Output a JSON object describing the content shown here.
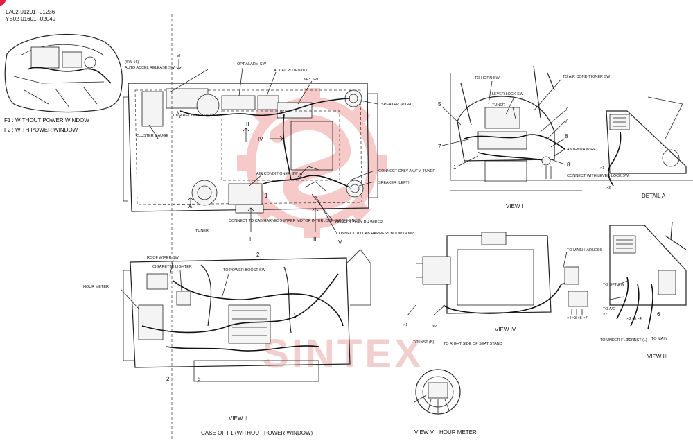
{
  "serials": [
    "LA02-01201--01236",
    "YB02-01601--02049"
  ],
  "legend": {
    "f1": "F1 : WITHOUT POWER WINDOW",
    "f2": "F2 : WITH POWER WINDOW"
  },
  "watermark": {
    "text": "SINTEX",
    "color": "#f2a0a0"
  },
  "top_view": {
    "sw16_code": "(SW-16)",
    "auto_accel": "AUTO ACCEL RELEASE SW",
    "opt_alarm": "OPT ALARM SW",
    "accel_potentio": "ACCEL POTENTIO",
    "key_sw": "KEY SW",
    "speaker_right": "SPEAKER (RIGHT)",
    "speaker_left": "SPEAKER (LEFT)",
    "cigarette": "CIGARETTE LIGHTER",
    "cluster_gauge": "CLUSTER GAUGE",
    "air_cond_sw": "AIR CONDITIONER SW",
    "connect_am": "CONNECT ONLY AM/FM TUNER",
    "connect_rh": "CONNECT ONLY RH WIPER",
    "connect_harness_wiper": "CONNECT TO CAB HARNESS WIPER MOTOR INTERLOCK SW (F2 ONLY)",
    "connect_boom": "CONNECT TO CAB HARNESS BOOM LAMP",
    "tuner": "TUNER",
    "arrow_a": "A",
    "arrow_i": "I",
    "arrow_ii": "II",
    "arrow_iii": "III",
    "arrow_iv": "IV",
    "arrow_v": "V",
    "arrow_vi": "VI",
    "callout_1": "1",
    "callout_2": "2",
    "x2": "×2"
  },
  "view_ii": {
    "roof_wiper": "ROOF WIPER SW",
    "cigarette": "CIGARETTE LIGHTER",
    "power_boost": "TO POWER BOOST SW",
    "hour_meter": "HOUR METER",
    "caption": "VIEW II",
    "case_caption": "CASE OF F1 (WITHOUT POWER WINDOW)",
    "callout_1": "1",
    "callout_2": "2",
    "callout_5": "5"
  },
  "view_i": {
    "horn": "TO HORN SW",
    "lever_lock": "LEVER LOCK SW",
    "tuner": "TUNER",
    "air_cond": "TO AIR CONDITIONER SW",
    "antenna": "ANTENNA WIRE",
    "connect_lever": "CONNECT WITH LEVER LOCK SW",
    "caption": "VIEW I",
    "callout_1": "1",
    "callout_5": "5",
    "callout_7a": "7",
    "callout_7b": "7",
    "callout_7c": "7",
    "callout_8a": "8",
    "callout_8b": "8"
  },
  "detail_a": {
    "caption": "DETAIL A",
    "x1": "×1",
    "x2": "×2"
  },
  "view_iv": {
    "main_harness": "TO MAIN HARNESS",
    "inst_b": "TO INST (B)",
    "seat_stand": "TO RIGHT SIDE OF SEAT STAND",
    "caption": "VIEW IV",
    "x_pins": "×4 ×3 ×5 ×7",
    "x1": "×1",
    "x2": "×2"
  },
  "view_iii": {
    "opt_sw": "TO OPT SW",
    "ac": "TO A/C",
    "under_floor": "TO UNDER FLOOR",
    "inst_l": "TO INST (L)",
    "main": "TO MAIN",
    "caption": "VIEW III",
    "callout_6": "6",
    "x_pins": "×3 ×5 ×4",
    "x7": "×7"
  },
  "view_v": {
    "caption": "VIEW V",
    "hour_meter": "HOUR METER"
  }
}
